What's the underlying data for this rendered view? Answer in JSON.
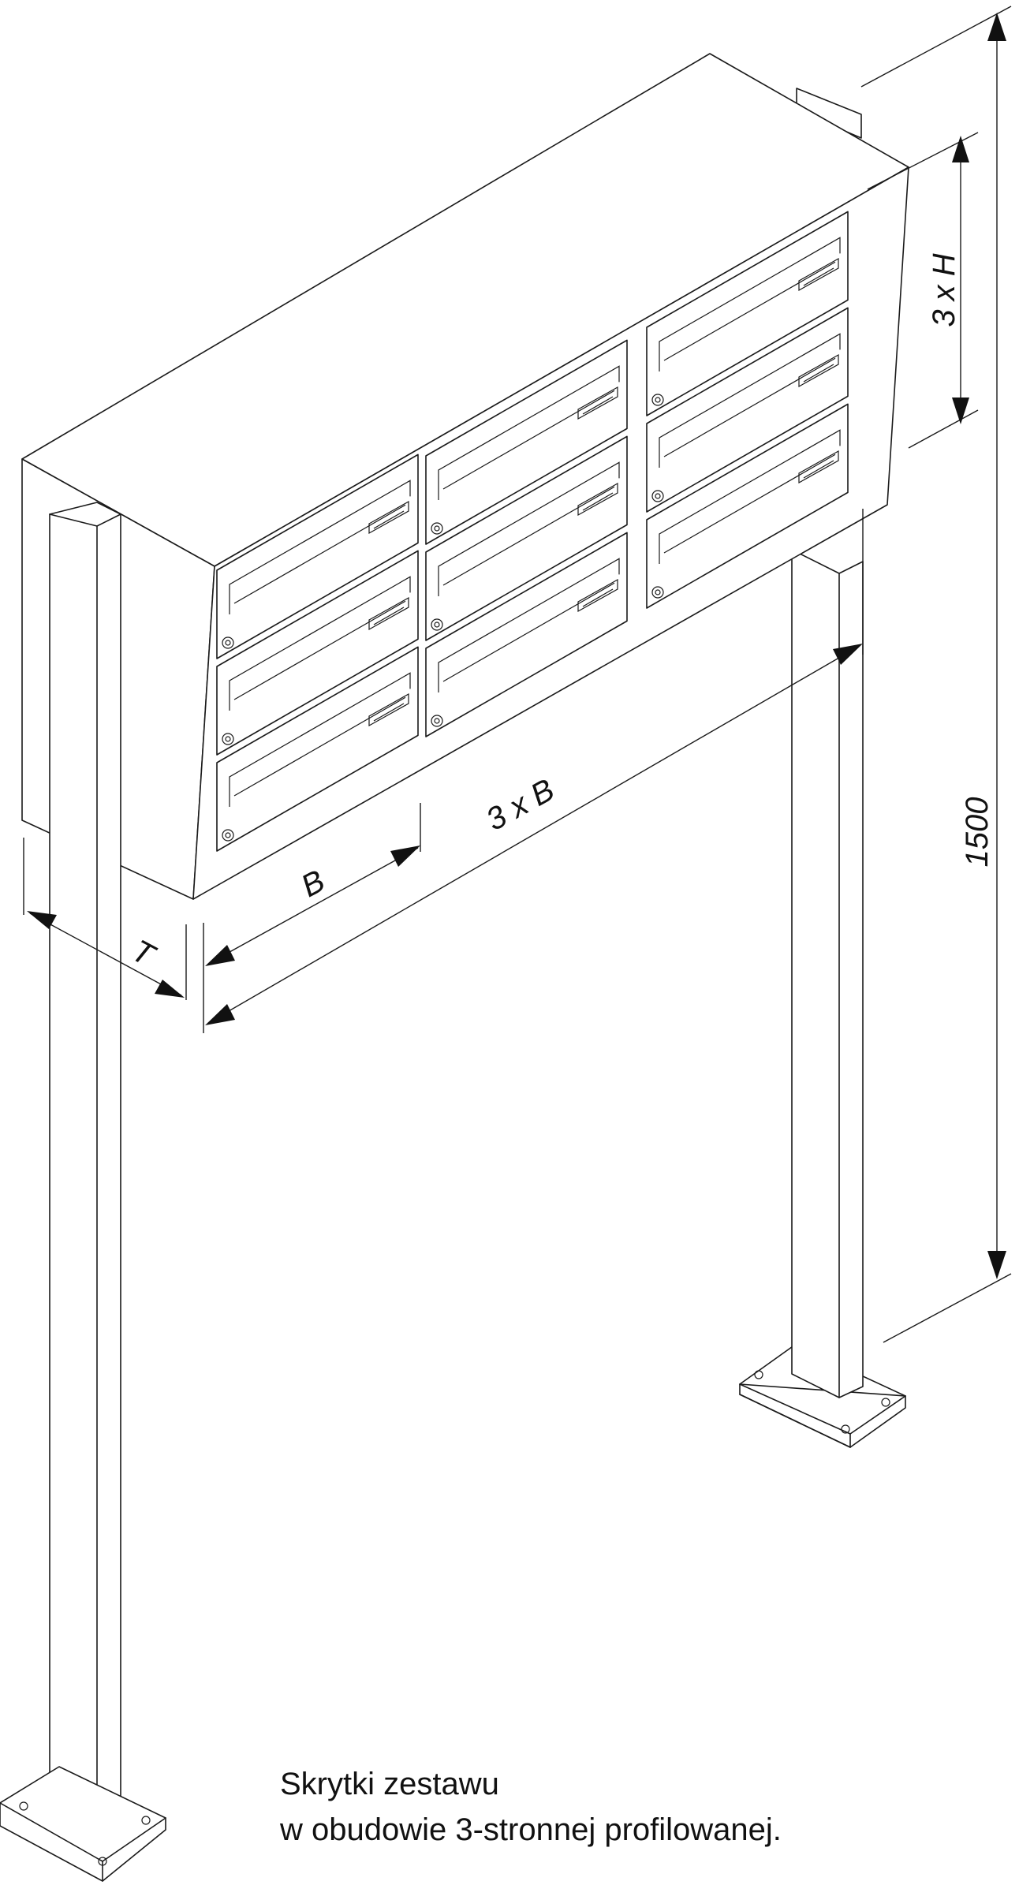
{
  "dimensions": {
    "width_total": "3 x B",
    "width_single": "B",
    "depth": "T",
    "height_boxes": "3 x H",
    "height_total": "1500"
  },
  "caption": {
    "line1": "Skrytki zestawu",
    "line2": "w obudowie 3-stronnej profilowanej."
  },
  "mailbox_grid": {
    "columns": 3,
    "rows": 3
  }
}
